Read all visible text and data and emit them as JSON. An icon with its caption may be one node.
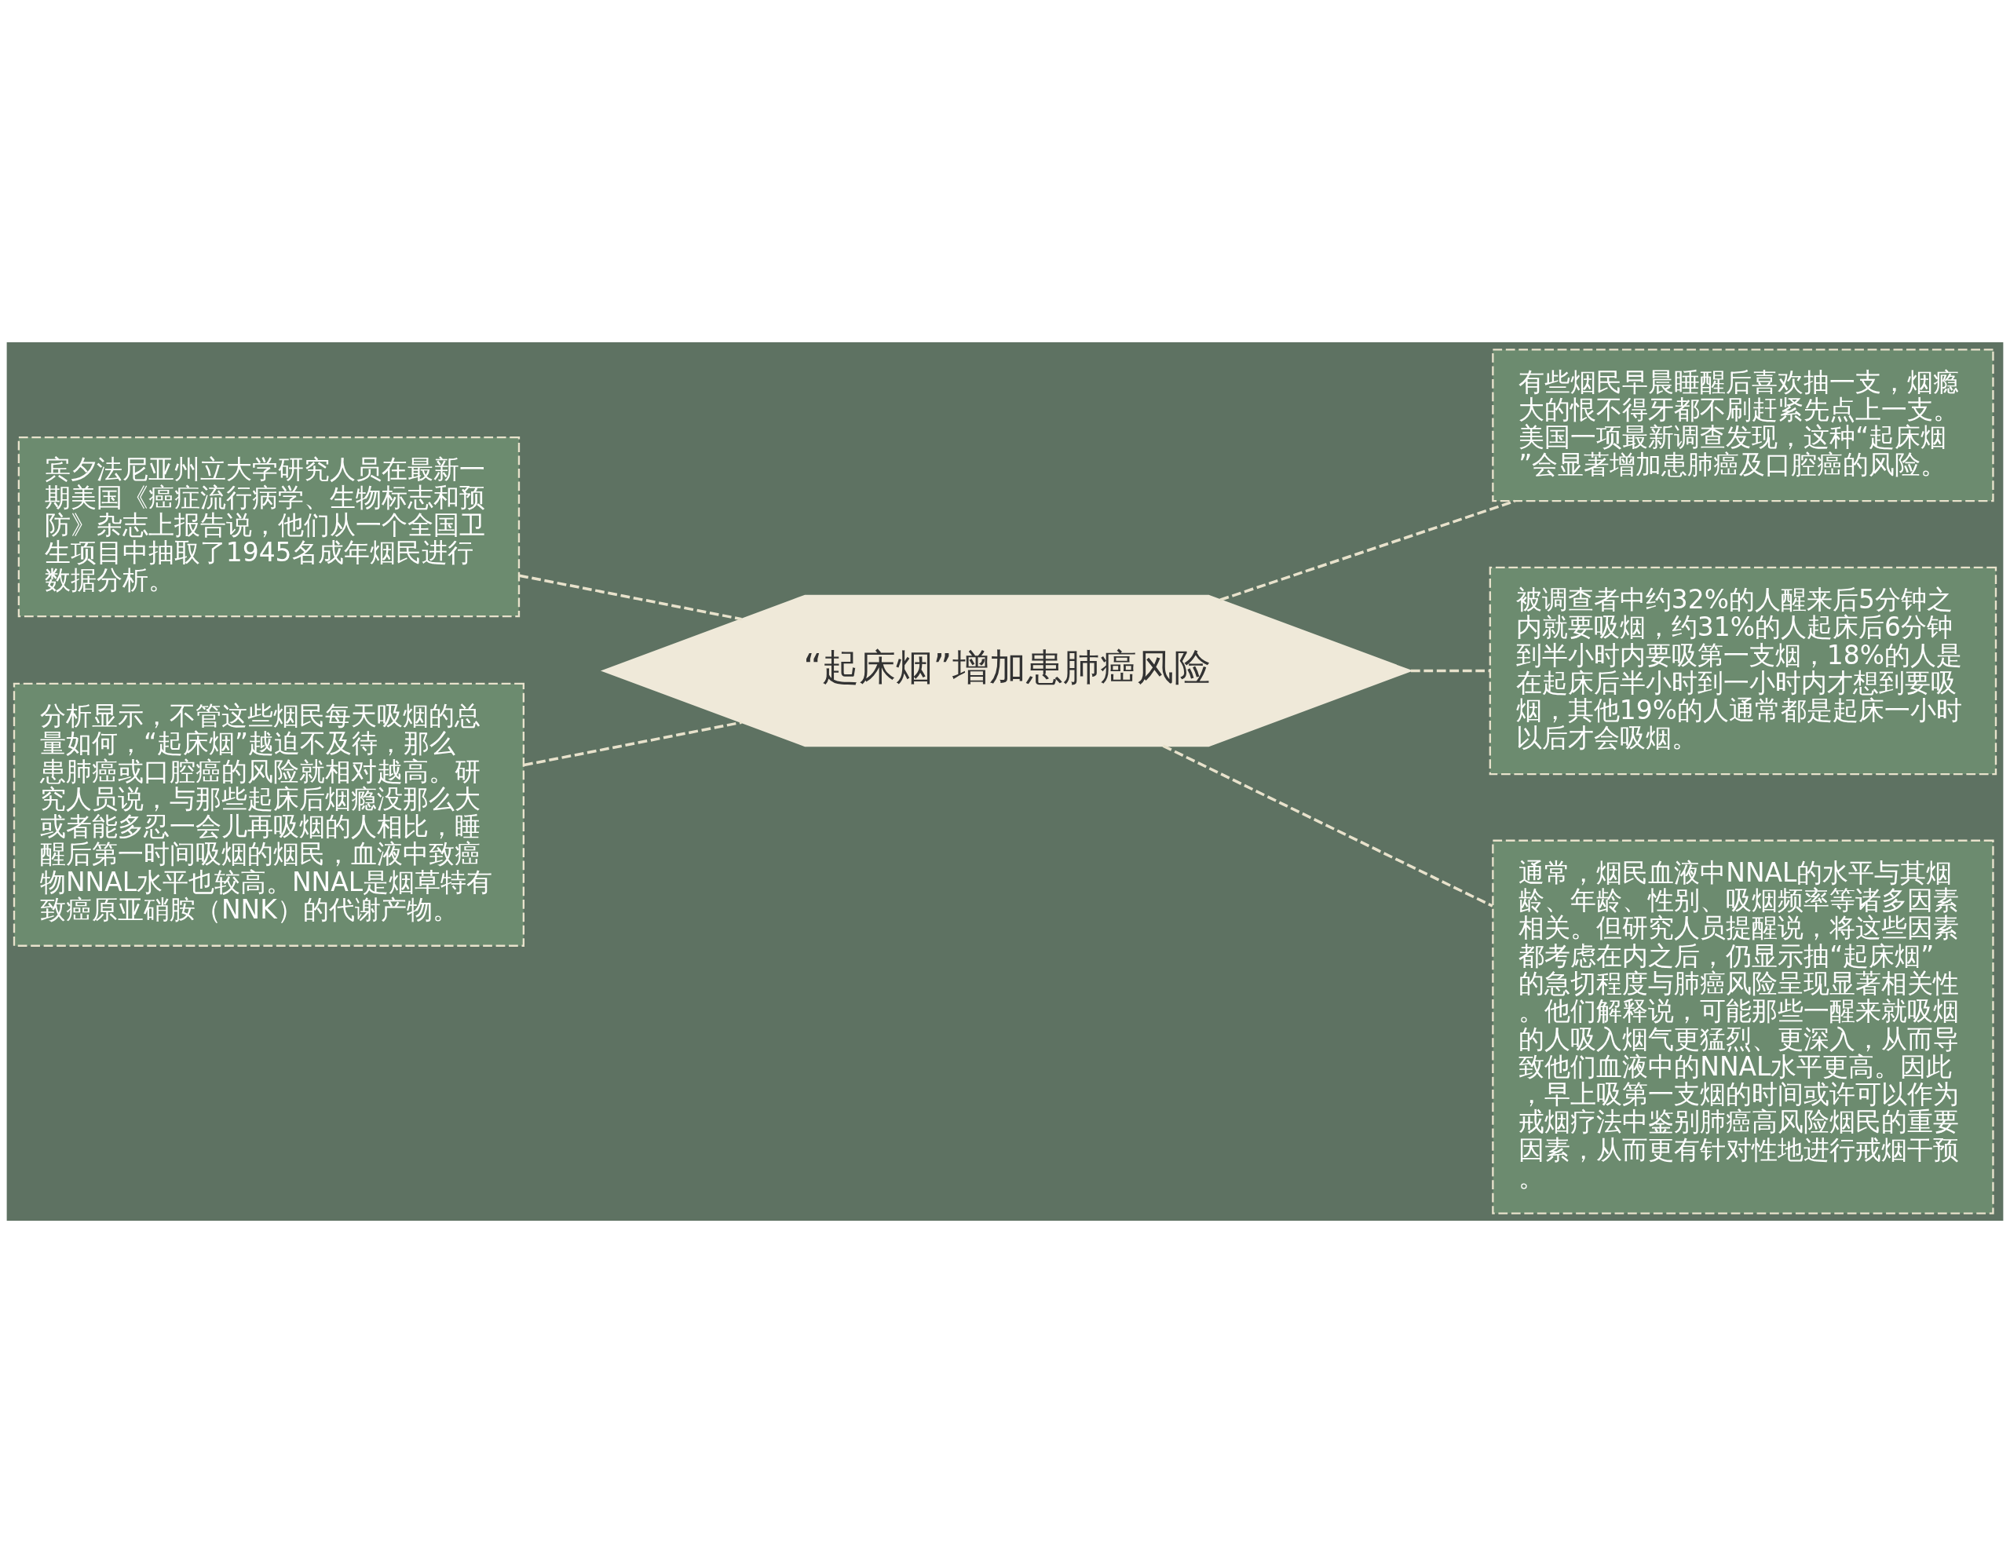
{
  "diagram": {
    "nodes": [
      {
        "text": [
          "“起床烟”增加患肺癌风险"
        ]
      },
      {
        "text": [
          "宾夕法尼亚州立大学研究人员在最新一期美国《癌症流行病学、生物标志和预防》杂志上报告说，他们从一个全国卫生项目中抽取了1945名成年烟民进行数据分析。"
        ]
      },
      {
        "text": [
          "分析显示，不管这些烟民每天吸烟的总量如何，“起床烟”越迫不及待，那么患肺癌或口腔癌的风险就相对越高。研究人员说，与那些起床后烟瘾没那么大或者能多忍一会儿再吸烟的人相比，睡醒后第一时间吸烟的烟民，血液中致癌物NNAL水平也较高。NNAL是烟草特有致癌原亚硝胺（NNK）的代谢产物。"
        ]
      },
      {
        "text": [
          "有些烟民早晨睡醒后喜欢抽一支，烟瘾大的恨不得牙都不刷赶紧先点上一支。美国一项最新调查发现，这种“起床烟”会显著增加患肺癌及口腔癌的风险。"
        ]
      },
      {
        "text": [
          "被调查者中约32%的人醒来后5分钟之内就要吸烟，约31%的人起床后6分钟到半小时内要吸第一支烟，18%的人是在起床后半小时到一小时内才想到要吸烟，其他19%的人通常都是起床一小时以后才会吸烟。"
        ]
      },
      {
        "text": [
          "通常，烟民血液中NNAL的水平与其烟龄、年龄、性别、吸烟频率等诸多因素相关。但研究人员提醒说，将这些因素都考虑在内之后，仍显示抽“起床烟”的急切程度与肺癌风险呈现显著相关性。他们解释说，可能那些一醒来就吸烟的人吸入烟气更猛烈、更深入，从而导致他们血液中的NNAL水平更高。因此，早上吸第一支烟的时间或许可以作为戒烟疗法中鉴别肺癌高风险烟民的重要因素，从而更有针对性地进行戒烟干预。"
        ]
      }
    ],
    "edges": [
      {
        "from": 1,
        "to": 0,
        "arrow": "none",
        "style": "dashed"
      },
      {
        "from": 2,
        "to": 0,
        "arrow": "none",
        "style": "dashed"
      },
      {
        "from": 0,
        "to": 3,
        "arrow": "none",
        "style": "dashed"
      },
      {
        "from": 0,
        "to": 4,
        "arrow": "none",
        "style": "dashed"
      },
      {
        "from": 0,
        "to": 5,
        "arrow": "none",
        "style": "dashed"
      }
    ]
  }
}
